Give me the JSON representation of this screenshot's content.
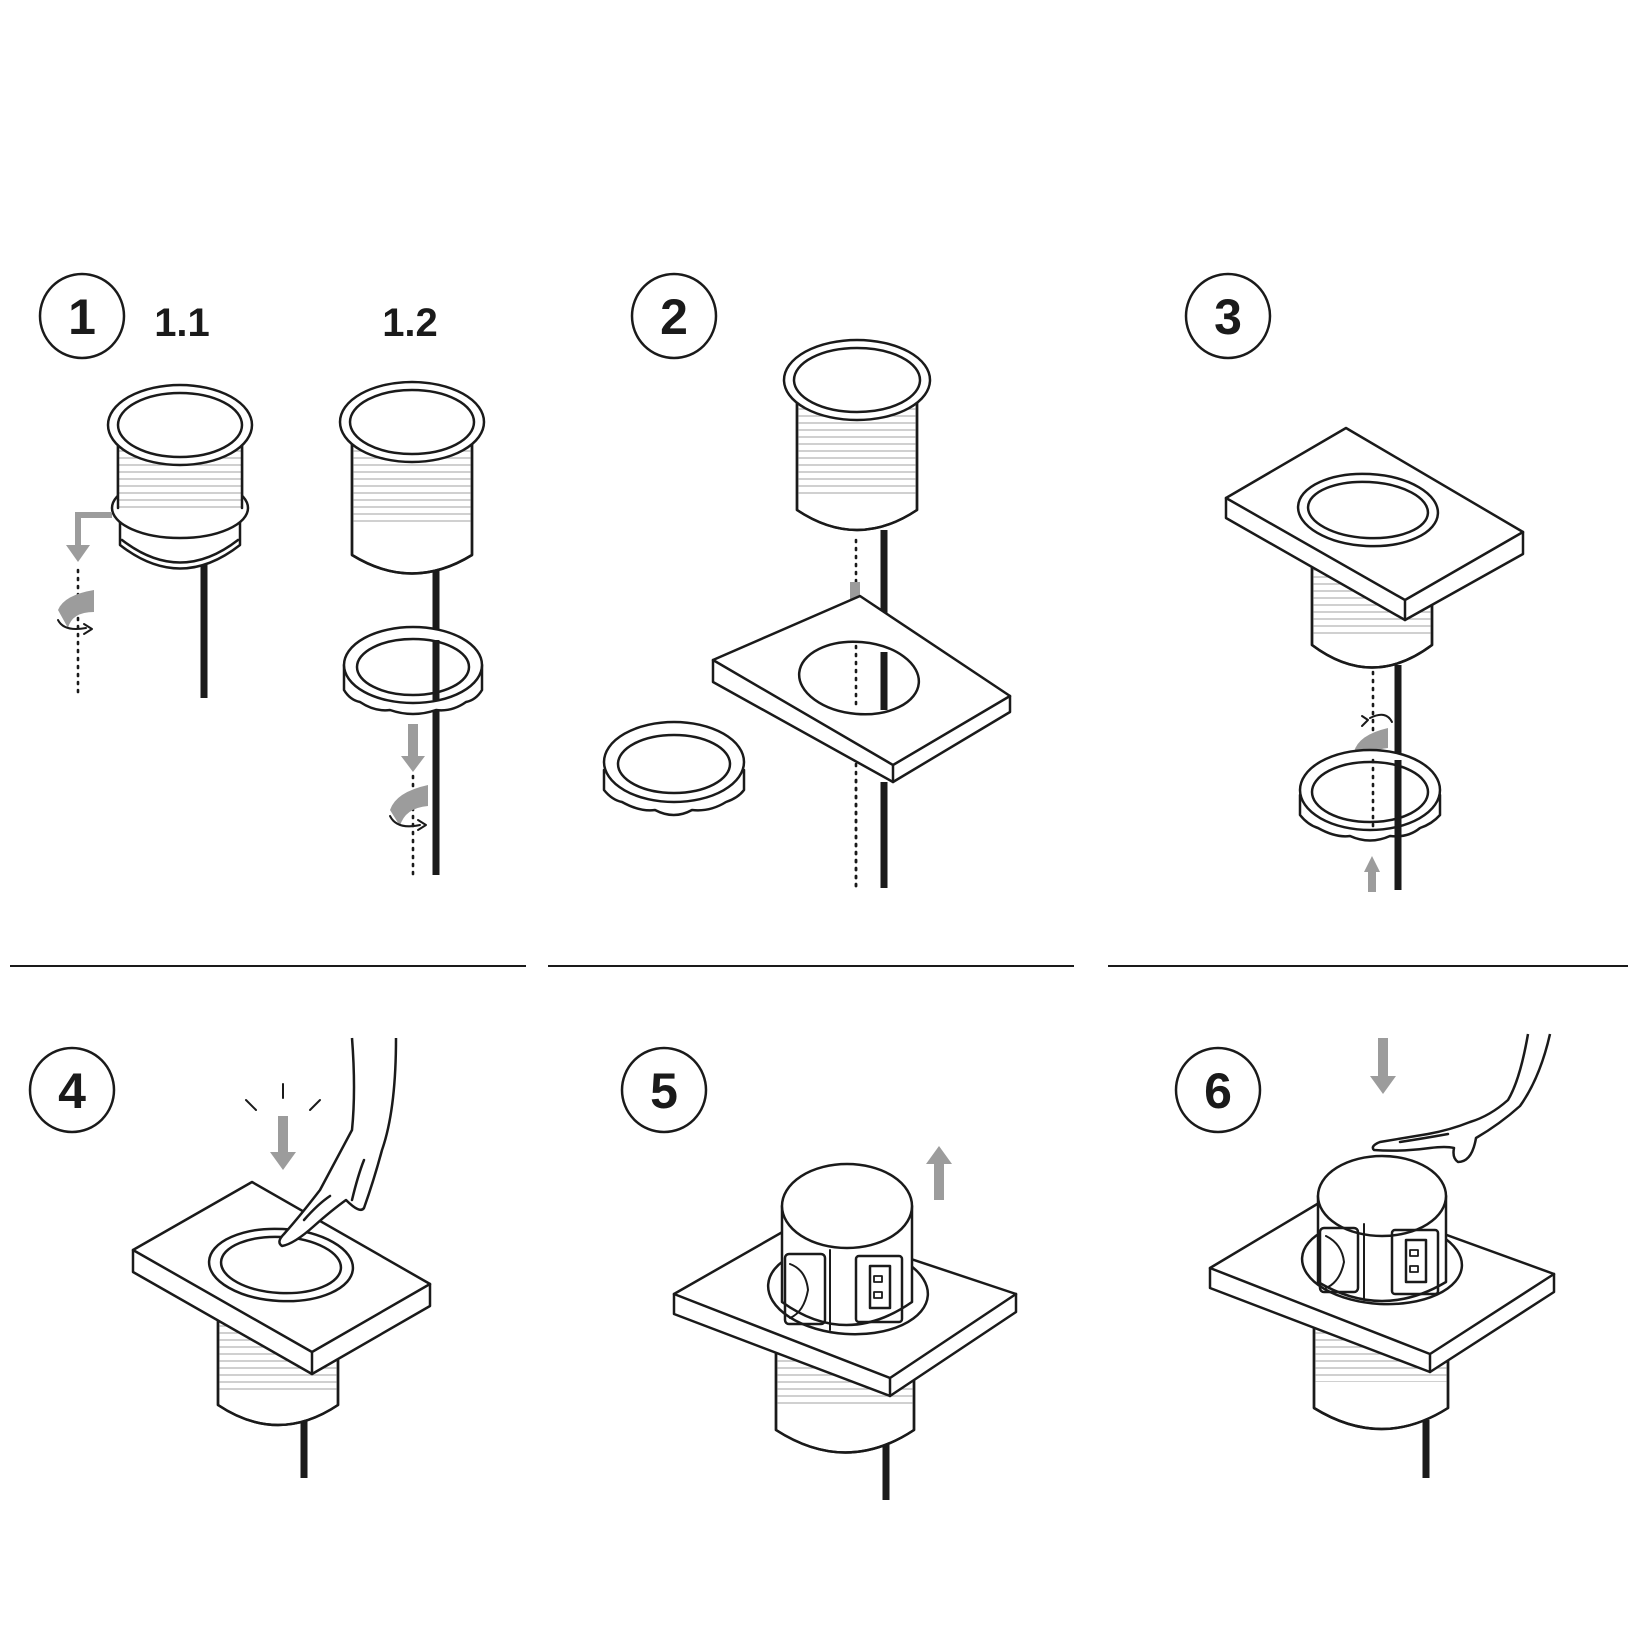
{
  "steps": [
    {
      "number": "1",
      "sub_labels": [
        "1.1",
        "1.2"
      ]
    },
    {
      "number": "2"
    },
    {
      "number": "3"
    },
    {
      "number": "4"
    },
    {
      "number": "5"
    },
    {
      "number": "6"
    }
  ],
  "colors": {
    "line": "#1a1a1a",
    "arrow": "#9c9c9c",
    "thread": "#b5b5b5",
    "background": "#ffffff"
  }
}
